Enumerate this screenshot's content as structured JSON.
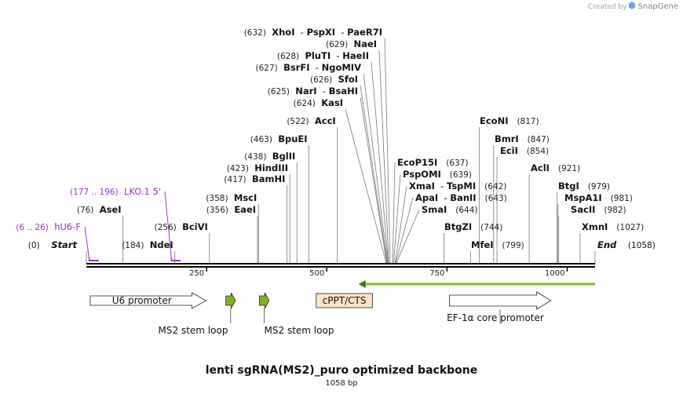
{
  "credit": {
    "created_by": "Created by",
    "brand": "SnapGene"
  },
  "map": {
    "title": "lenti sgRNA(MS2)_puro optimized backbone",
    "length_label": "1058 bp",
    "total_bp": 1058,
    "ticks": [
      {
        "pos": 250,
        "label": "250"
      },
      {
        "pos": 500,
        "label": "500"
      },
      {
        "pos": 750,
        "label": "750"
      },
      {
        "pos": 1000,
        "label": "1000"
      }
    ],
    "ends": {
      "start": {
        "pos": 0,
        "num": "(0)",
        "name": "Start"
      },
      "end": {
        "pos": 1058,
        "num": "(1058)",
        "name": "End"
      }
    },
    "left_sites": [
      {
        "pos": 76,
        "num": "(76)",
        "name": "AseI"
      },
      {
        "pos": 184,
        "num": "(184)",
        "name": "NdeI"
      },
      {
        "pos": 256,
        "num": "(256)",
        "name": "BciVI"
      },
      {
        "pos": 356,
        "num": "(356)",
        "name": "EaeI"
      },
      {
        "pos": 358,
        "num": "(358)",
        "name": "MscI"
      },
      {
        "pos": 417,
        "num": "(417)",
        "name": "BamHI"
      },
      {
        "pos": 423,
        "num": "(423)",
        "name": "HindIII"
      },
      {
        "pos": 438,
        "num": "(438)",
        "name": "BglII"
      },
      {
        "pos": 463,
        "num": "(463)",
        "name": "BpuEI"
      },
      {
        "pos": 522,
        "num": "(522)",
        "name": "AccI"
      }
    ],
    "fan_sites": [
      {
        "pos": 624,
        "num": "(624)",
        "names": [
          "KasI"
        ]
      },
      {
        "pos": 625,
        "num": "(625)",
        "names": [
          "NarI",
          "BsaHI"
        ]
      },
      {
        "pos": 626,
        "num": "(626)",
        "names": [
          "SfoI"
        ]
      },
      {
        "pos": 627,
        "num": "(627)",
        "names": [
          "BsrFI",
          "NgoMIV"
        ]
      },
      {
        "pos": 628,
        "num": "(628)",
        "names": [
          "PluTI",
          "HaeII"
        ]
      },
      {
        "pos": 629,
        "num": "(629)",
        "names": [
          "NaeI"
        ]
      },
      {
        "pos": 632,
        "num": "(632)",
        "names": [
          "XhoI",
          "PspXI",
          "PaeR7I"
        ]
      }
    ],
    "right_sites": [
      {
        "pos": 637,
        "num": "(637)",
        "names": [
          "EcoP15I"
        ]
      },
      {
        "pos": 639,
        "num": "(639)",
        "names": [
          "PspOMI"
        ]
      },
      {
        "pos": 642,
        "num": "(642)",
        "names": [
          "XmaI",
          "TspMI"
        ]
      },
      {
        "pos": 643,
        "num": "(643)",
        "names": [
          "ApaI",
          "BanII"
        ]
      },
      {
        "pos": 644,
        "num": "(644)",
        "names": [
          "SmaI"
        ]
      },
      {
        "pos": 744,
        "num": "(744)",
        "names": [
          "BtgZI"
        ]
      },
      {
        "pos": 799,
        "num": "(799)",
        "names": [
          "MfeI"
        ]
      },
      {
        "pos": 817,
        "num": "(817)",
        "names": [
          "EcoNI"
        ]
      },
      {
        "pos": 847,
        "num": "(847)",
        "names": [
          "BmrI"
        ]
      },
      {
        "pos": 854,
        "num": "(854)",
        "names": [
          "EciI"
        ]
      },
      {
        "pos": 921,
        "num": "(921)",
        "names": [
          "AclI"
        ]
      },
      {
        "pos": 979,
        "num": "(979)",
        "names": [
          "BtgI"
        ]
      },
      {
        "pos": 981,
        "num": "(981)",
        "names": [
          "MspA1I"
        ]
      },
      {
        "pos": 982,
        "num": "(982)",
        "names": [
          "SacII"
        ]
      },
      {
        "pos": 1027,
        "num": "(1027)",
        "names": [
          "XmnI"
        ]
      }
    ],
    "primers": [
      {
        "range": "(6 .. 26)",
        "name": "hU6-F",
        "start": 6,
        "end": 26
      },
      {
        "range": "(177 .. 196)",
        "name": "LKO.1 5'",
        "start": 177,
        "end": 196
      }
    ],
    "features": [
      {
        "name": "U6 promoter",
        "start": 8,
        "end": 249,
        "direction": "forward",
        "color": "#ffffff",
        "label_inside": true
      },
      {
        "name": "MS2 stem loop",
        "start": 290,
        "end": 310,
        "direction": "forward",
        "color": "#80b320",
        "label_inside": false
      },
      {
        "name": "MS2 stem loop",
        "start": 360,
        "end": 380,
        "direction": "forward",
        "color": "#80b320",
        "label_inside": false
      },
      {
        "name": "cPPT/CTS",
        "start": 478,
        "end": 595,
        "direction": "none",
        "color": "#fbe3c6",
        "label_inside": true
      },
      {
        "name": "EF-1α core promoter",
        "start": 755,
        "end": 966,
        "direction": "forward",
        "color": "#ffffff",
        "label_inside": false
      }
    ],
    "orf": {
      "start": 566,
      "end": 1058,
      "direction": "reverse",
      "color": "#80c040"
    }
  }
}
